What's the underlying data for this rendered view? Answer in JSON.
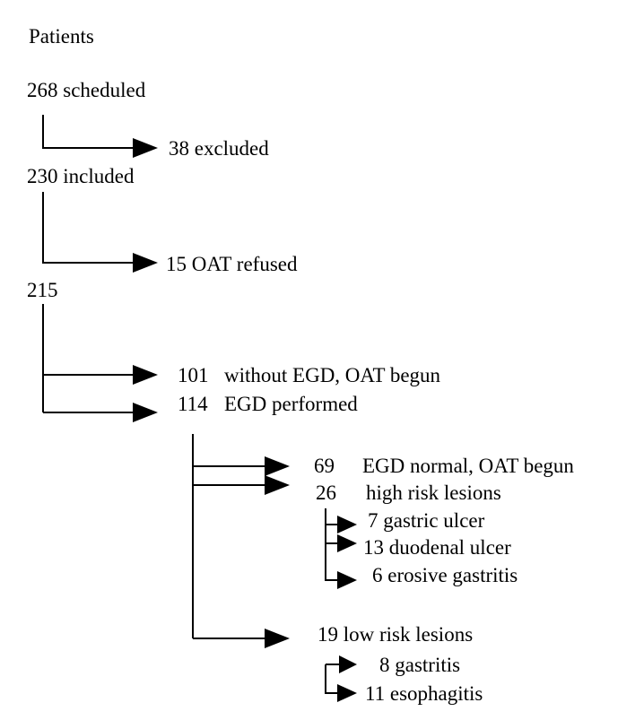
{
  "title": "Patients",
  "nodes": {
    "scheduled": "268 scheduled",
    "excluded": "38 excluded",
    "included": "230 included",
    "oat_refused": "15 OAT refused",
    "remaining": "215",
    "without_egd": {
      "count": "101",
      "text": "without EGD, OAT begun"
    },
    "egd_performed": {
      "count": "114",
      "text": "EGD performed"
    },
    "egd_normal": {
      "count": "69",
      "text": "EGD normal, OAT begun"
    },
    "high_risk": {
      "count": "26",
      "text": "high risk lesions"
    },
    "gastric_ulcer": "7 gastric ulcer",
    "duodenal_ulcer": "13 duodenal ulcer",
    "erosive_gastritis": "6 erosive gastritis",
    "low_risk": "19 low risk lesions",
    "gastritis": "8 gastritis",
    "esophagitis": "11 esophagitis"
  }
}
